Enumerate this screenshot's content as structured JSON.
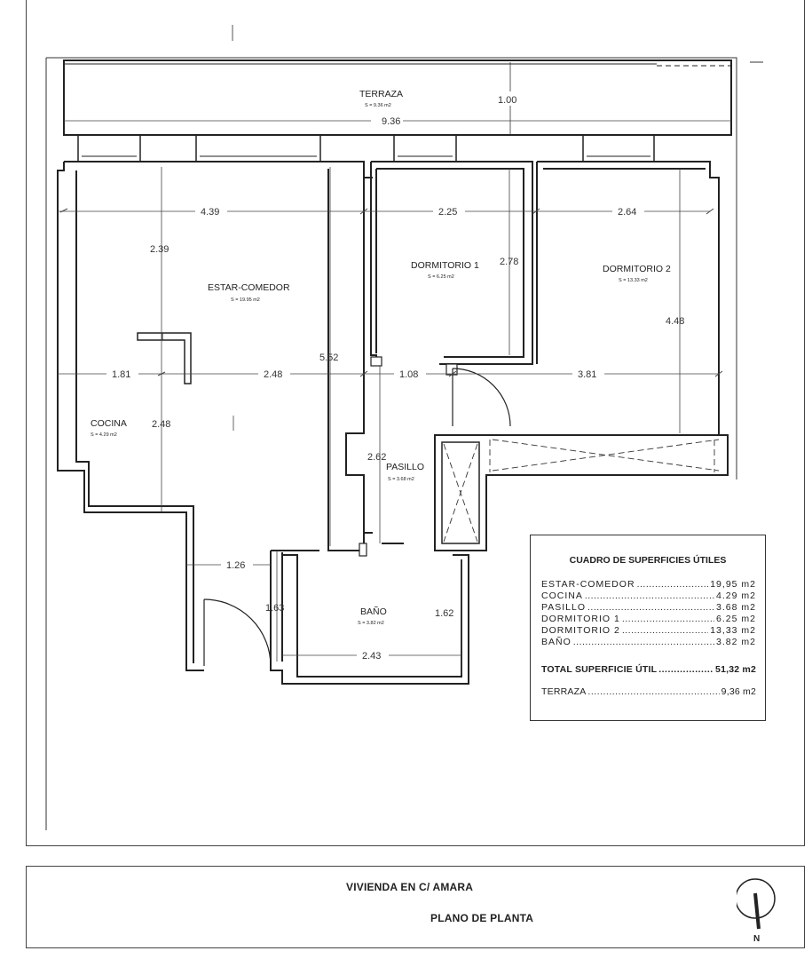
{
  "rooms": {
    "terraza": {
      "label": "TERRAZA",
      "area": "S = 9.36 m2"
    },
    "estar": {
      "label": "ESTAR-COMEDOR",
      "area": "S = 19.95 m2"
    },
    "dorm1": {
      "label": "DORMITORIO 1",
      "area": "S = 6.25 m2"
    },
    "dorm2": {
      "label": "DORMITORIO 2",
      "area": "S = 13.33 m2"
    },
    "cocina": {
      "label": "COCINA",
      "area": "S = 4.29 m2"
    },
    "pasillo": {
      "label": "PASILLO",
      "area": "S = 3.68 m2"
    },
    "bano": {
      "label": "BAÑO",
      "area": "S = 3.82 m2"
    }
  },
  "dimensions": {
    "terraza_width": "9.36",
    "terraza_depth": "1.00",
    "estar_width": "4.39",
    "dorm1_width": "2.25",
    "dorm2_width": "2.64",
    "estar_upper": "2.39",
    "dorm1_depth": "2.78",
    "dorm2_depth": "4.48",
    "estar_depth": "5.52",
    "cocina_width": "1.81",
    "estar_lower": "2.48",
    "cocina_depth": "2.48",
    "pasillo_width": "1.08",
    "dorm2_lower": "3.81",
    "pasillo_depth": "2.62",
    "entry_width": "1.26",
    "entry_depth": "1.63",
    "bano_depth": "1.62",
    "bano_width": "2.43"
  },
  "table": {
    "title": "CUADRO DE SUPERFICIES ÚTILES",
    "rows": [
      {
        "name": "ESTAR-COMEDOR",
        "value": "19,95 m2"
      },
      {
        "name": "COCINA",
        "value": "4.29 m2"
      },
      {
        "name": "PASILLO",
        "value": "3.68 m2"
      },
      {
        "name": "DORMITORIO 1",
        "value": "6.25 m2"
      },
      {
        "name": "DORMITORIO 2",
        "value": "13,33 m2"
      },
      {
        "name": "BAÑO",
        "value": "3.82 m2"
      }
    ],
    "total": {
      "name": "TOTAL SUPERFICIE ÚTIL",
      "value": "51,32 m2"
    },
    "terraza": {
      "name": "TERRAZA",
      "value": "9,36 m2"
    }
  },
  "title_block": {
    "title": "VIVIENDA EN C/ AMARA",
    "subtitle": "PLANO DE PLANTA",
    "north": "N"
  }
}
